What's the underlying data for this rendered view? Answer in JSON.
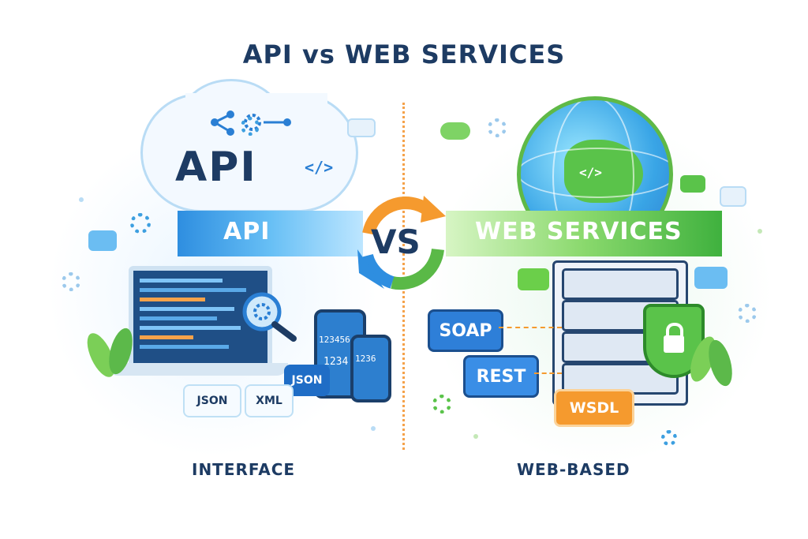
{
  "title": "API vs WEB SERVICES",
  "left": {
    "cloud_label": "API",
    "code_symbol": "</>",
    "banner_label": "API",
    "formats": [
      "JSON",
      "XML"
    ],
    "json_tag": "JSON",
    "phone_numbers": [
      "123456",
      "1234",
      "1236"
    ],
    "bottom_label": "INTERFACE"
  },
  "center": {
    "vs_label": "VS"
  },
  "right": {
    "globe_symbol": "</>",
    "banner_label": "WEB SERVICES",
    "protocols": [
      "SOAP",
      "REST",
      "WSDL"
    ],
    "bottom_label": "WEB-BASED"
  },
  "colors": {
    "navy": "#1d3b63",
    "blue": "#2e8ee0",
    "green": "#5ac34a",
    "orange": "#f5a24a"
  },
  "icons": [
    "gear-icon",
    "share-icon",
    "chat-icon",
    "shield-lock-icon",
    "magnifier-icon",
    "cloud-icon",
    "globe-icon",
    "mail-icon",
    "play-icon"
  ]
}
